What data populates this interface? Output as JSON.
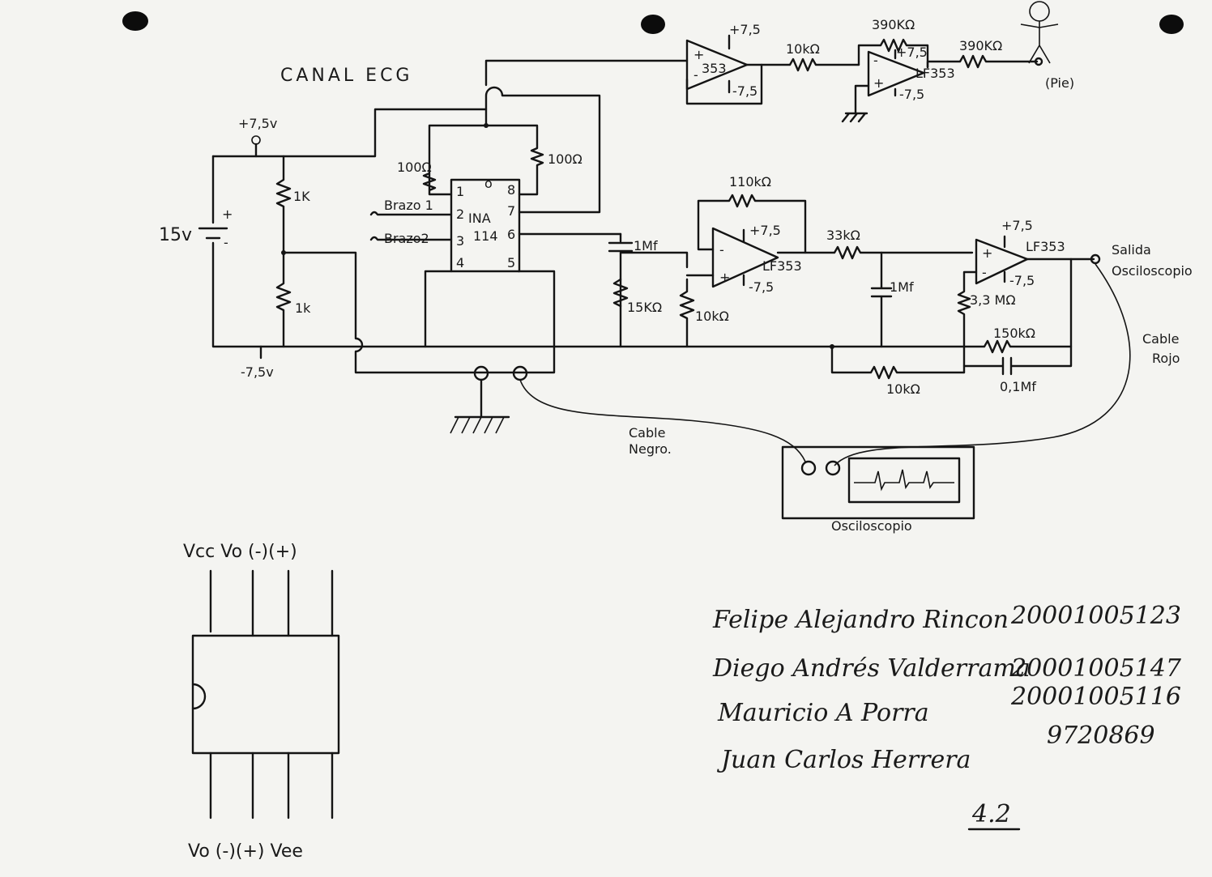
{
  "title": "CANAL ECG",
  "supply": {
    "battery": "15v",
    "battery_plus": "+",
    "battery_minus": "-",
    "vpos": "+7,5v",
    "vneg": "-7,5v",
    "divider_top": "1K",
    "divider_bottom": "1k"
  },
  "ina": {
    "name": "INA",
    "part": "114",
    "notch": "o",
    "pins": [
      "1",
      "2",
      "3",
      "4",
      "5",
      "6",
      "7",
      "8"
    ],
    "r_left": "100Ω",
    "r_right": "100Ω",
    "input1": "Brazo 1",
    "input2": "Brazo2"
  },
  "right_leg": {
    "opamp1": "353",
    "opamp1_plus": "+",
    "opamp1_minus": "-",
    "opamp1_vpos": "+7,5",
    "opamp1_vneg": "-7,5",
    "r_in": "10kΩ",
    "r_fb": "390KΩ",
    "opamp2": "LF353",
    "opamp2_vpos": "+7,5",
    "opamp2_vneg": "-7,5",
    "opamp2_plus": "+",
    "opamp2_minus": "-",
    "r_out": "390KΩ",
    "electrode": "(Pie)"
  },
  "filter": {
    "c_hp": "1Mf",
    "r_hp": "15KΩ",
    "r_bias": "10kΩ",
    "r_fb": "110kΩ",
    "opamp": "LF353",
    "opamp_vpos": "+7,5",
    "opamp_vneg": "-7,5",
    "opamp_plus": "+",
    "opamp_minus": "-",
    "r_lp": "33kΩ",
    "c_lp": "1Mf"
  },
  "output_stage": {
    "opamp": "LF353",
    "opamp_vpos": "+7,5",
    "opamp_vneg": "-7,5",
    "opamp_plus": "+",
    "opamp_minus": "-",
    "r_bias": "3,3 MΩ",
    "r_fb": "150kΩ",
    "c_fb": "0,1Mf",
    "r_gnd": "10kΩ",
    "output_label_1": "Salida",
    "output_label_2": "Osciloscopio"
  },
  "scope": {
    "label": "Osciloscopio",
    "black_cable_1": "Cable",
    "black_cable_2": "Negro.",
    "red_cable_1": "Cable",
    "red_cable_2": "Rojo"
  },
  "pinout": {
    "top_labels": "Vcc Vo (-)(+)",
    "bottom_labels": "Vo (-)(+) Vee"
  },
  "signatures": [
    {
      "name": "Felipe Alejandro Rincon",
      "id": "20001005123"
    },
    {
      "name": "Diego Andrés Valderrama",
      "id": "20001005147"
    },
    {
      "name": "Mauricio A Porra",
      "id": "20001005116"
    },
    {
      "name": "Juan Carlos Herrera",
      "id": "9720869"
    }
  ],
  "grade": "4.2"
}
